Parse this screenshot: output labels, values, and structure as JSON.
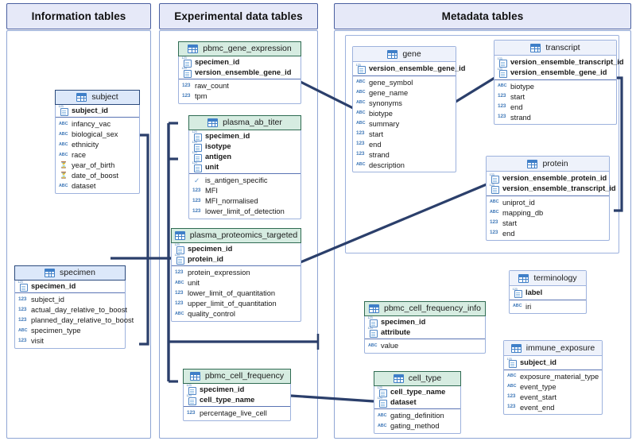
{
  "sections": [
    {
      "id": "information",
      "title": "Information tables"
    },
    {
      "id": "experimental",
      "title": "Experimental data tables"
    },
    {
      "id": "metadata",
      "title": "Metadata tables"
    }
  ],
  "colors": {
    "panel_border": "#8fa5d4",
    "panel_head_bg": "#e6e9f8",
    "panel_head_border": "#4a5fa0",
    "table_border": "#9db2dd",
    "header_blue_bg": "#dce8fa",
    "header_blue_border": "#2b4a7d",
    "header_green_bg": "#d6ece1",
    "header_green_border": "#2f6b52",
    "header_plain_bg": "#eef2fb",
    "icon_blue": "#3f7fc8",
    "connector": "#2b3f6b"
  },
  "tables": [
    {
      "id": "subject",
      "name": "subject",
      "style": "blue",
      "keys": [
        {
          "label": "subject_id",
          "type": "idkey"
        }
      ],
      "fields": [
        {
          "label": "infancy_vac",
          "type": "text"
        },
        {
          "label": "biological_sex",
          "type": "text"
        },
        {
          "label": "ethnicity",
          "type": "text"
        },
        {
          "label": "race",
          "type": "text"
        },
        {
          "label": "year_of_birth",
          "type": "date"
        },
        {
          "label": "date_of_boost",
          "type": "date"
        },
        {
          "label": "dataset",
          "type": "text"
        }
      ]
    },
    {
      "id": "specimen",
      "name": "specimen",
      "style": "blue",
      "keys": [
        {
          "label": "specimen_id",
          "type": "idkey"
        }
      ],
      "fields": [
        {
          "label": "subject_id",
          "type": "number"
        },
        {
          "label": "actual_day_relative_to_boost",
          "type": "number"
        },
        {
          "label": "planned_day_relative_to_boost",
          "type": "number"
        },
        {
          "label": "specimen_type",
          "type": "text"
        },
        {
          "label": "visit",
          "type": "number"
        }
      ]
    },
    {
      "id": "pbmc_gene_expression",
      "name": "pbmc_gene_expression",
      "style": "green",
      "keys": [
        {
          "label": "specimen_id",
          "type": "idkey"
        },
        {
          "label": "version_ensemble_gene_id",
          "type": "idkey"
        }
      ],
      "fields": [
        {
          "label": "raw_count",
          "type": "number"
        },
        {
          "label": "tpm",
          "type": "number"
        }
      ]
    },
    {
      "id": "plasma_ab_titer",
      "name": "plasma_ab_titer",
      "style": "green",
      "keys": [
        {
          "label": "specimen_id",
          "type": "idkey"
        },
        {
          "label": "isotype",
          "type": "idkey"
        },
        {
          "label": "antigen",
          "type": "idkey"
        },
        {
          "label": "unit",
          "type": "idkey"
        }
      ],
      "fields": [
        {
          "label": "is_antigen_specific",
          "type": "bool"
        },
        {
          "label": "MFI",
          "type": "number"
        },
        {
          "label": "MFI_normalised",
          "type": "number"
        },
        {
          "label": "lower_limit_of_detection",
          "type": "number"
        }
      ]
    },
    {
      "id": "plasma_proteomics_targeted",
      "name": "plasma_proteomics_targeted",
      "style": "green",
      "keys": [
        {
          "label": "specimen_id",
          "type": "idkey"
        },
        {
          "label": "protein_id",
          "type": "idkey"
        }
      ],
      "fields": [
        {
          "label": "protein_expression",
          "type": "number"
        },
        {
          "label": "unit",
          "type": "text"
        },
        {
          "label": "lower_limit_of_quantitation",
          "type": "number"
        },
        {
          "label": "upper_limit_of_quantitation",
          "type": "number"
        },
        {
          "label": "quality_control",
          "type": "text"
        }
      ]
    },
    {
      "id": "pbmc_cell_frequency",
      "name": "pbmc_cell_frequency",
      "style": "green",
      "keys": [
        {
          "label": "specimen_id",
          "type": "idkey"
        },
        {
          "label": "cell_type_name",
          "type": "idkey"
        }
      ],
      "fields": [
        {
          "label": "percentage_live_cell",
          "type": "number"
        }
      ]
    },
    {
      "id": "pbmc_cell_frequency_info",
      "name": "pbmc_cell_frequency_info",
      "style": "green",
      "keys": [
        {
          "label": "specimen_id",
          "type": "idkey"
        },
        {
          "label": "attribute",
          "type": "idkey"
        }
      ],
      "fields": [
        {
          "label": "value",
          "type": "text"
        }
      ]
    },
    {
      "id": "gene",
      "name": "gene",
      "style": "plain",
      "keys": [
        {
          "label": "version_ensemble_gene_id",
          "type": "idkey"
        }
      ],
      "fields": [
        {
          "label": "gene_symbol",
          "type": "text"
        },
        {
          "label": "gene_name",
          "type": "text"
        },
        {
          "label": "synonyms",
          "type": "text"
        },
        {
          "label": "biotype",
          "type": "text"
        },
        {
          "label": "summary",
          "type": "text"
        },
        {
          "label": "start",
          "type": "number"
        },
        {
          "label": "end",
          "type": "number"
        },
        {
          "label": "strand",
          "type": "number"
        },
        {
          "label": "description",
          "type": "text"
        }
      ]
    },
    {
      "id": "transcript",
      "name": "transcript",
      "style": "plain",
      "keys": [
        {
          "label": "version_ensemble_transcript_id",
          "type": "idkey"
        },
        {
          "label": "version_ensemble_gene_id",
          "type": "idkey"
        }
      ],
      "fields": [
        {
          "label": "biotype",
          "type": "text"
        },
        {
          "label": "start",
          "type": "number"
        },
        {
          "label": "end",
          "type": "number"
        },
        {
          "label": "strand",
          "type": "number"
        }
      ]
    },
    {
      "id": "protein",
      "name": "protein",
      "style": "plain",
      "keys": [
        {
          "label": "version_ensemble_protein_id",
          "type": "idkey"
        },
        {
          "label": "version_ensemble_transcript_id",
          "type": "idkey"
        }
      ],
      "fields": [
        {
          "label": "uniprot_id",
          "type": "text"
        },
        {
          "label": "mapping_db",
          "type": "text"
        },
        {
          "label": "start",
          "type": "number"
        },
        {
          "label": "end",
          "type": "number"
        }
      ]
    },
    {
      "id": "terminology",
      "name": "terminology",
      "style": "plain",
      "keys": [
        {
          "label": "label",
          "type": "idkey"
        }
      ],
      "fields": [
        {
          "label": "iri",
          "type": "text"
        }
      ]
    },
    {
      "id": "immune_exposure",
      "name": "immune_exposure",
      "style": "plain",
      "keys": [
        {
          "label": "subject_id",
          "type": "idkey"
        }
      ],
      "fields": [
        {
          "label": "exposure_material_type",
          "type": "text"
        },
        {
          "label": "event_type",
          "type": "text"
        },
        {
          "label": "event_start",
          "type": "number"
        },
        {
          "label": "event_end",
          "type": "number"
        }
      ]
    },
    {
      "id": "cell_type",
      "name": "cell_type",
      "style": "green",
      "keys": [
        {
          "label": "cell_type_name",
          "type": "idkey"
        },
        {
          "label": "dataset",
          "type": "idkey"
        }
      ],
      "fields": [
        {
          "label": "gating_definition",
          "type": "text"
        },
        {
          "label": "gating_method",
          "type": "text"
        }
      ]
    }
  ]
}
